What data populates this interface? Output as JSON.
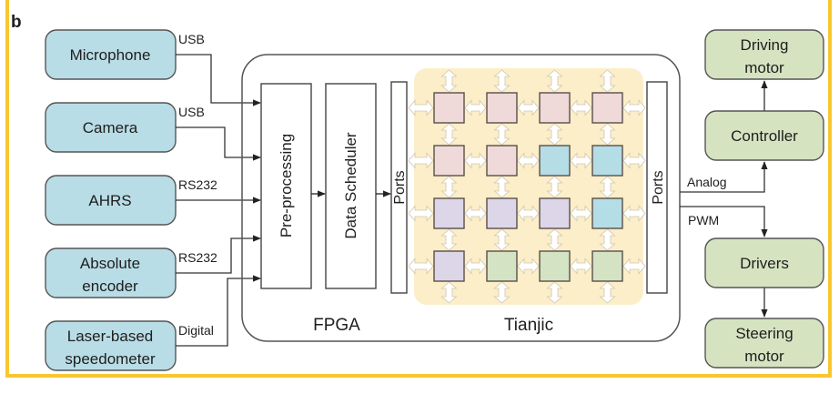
{
  "panel_label": "b",
  "colors": {
    "frame": "#f7c72f",
    "sensor_fill": "#b9dde6",
    "actuator_fill": "#d6e3c1",
    "tianjic_bg": "#fbeec8",
    "tile_pink": "#efd9d9",
    "tile_blue": "#b5dde6",
    "tile_purple": "#dcd6e8",
    "tile_green": "#d4e3c3"
  },
  "inputs": [
    {
      "id": "microphone",
      "lines": [
        "Microphone"
      ],
      "link": "USB"
    },
    {
      "id": "camera",
      "lines": [
        "Camera"
      ],
      "link": "USB"
    },
    {
      "id": "ahrs",
      "lines": [
        "AHRS"
      ],
      "link": "RS232"
    },
    {
      "id": "absolute-encoder",
      "lines": [
        "Absolute",
        "encoder"
      ],
      "link": "RS232"
    },
    {
      "id": "laser-speedometer",
      "lines": [
        "Laser-based",
        "speedometer"
      ],
      "link": "Digital"
    }
  ],
  "fpga": {
    "label": "FPGA",
    "preprocessing": "Pre-processing",
    "scheduler": "Data Scheduler",
    "ports_in": "Ports"
  },
  "tianjic": {
    "label": "Tianjic",
    "ports_out": "Ports",
    "grid": [
      [
        "pink",
        "pink",
        "pink",
        "pink"
      ],
      [
        "pink",
        "pink",
        "blue",
        "blue"
      ],
      [
        "purple",
        "purple",
        "purple",
        "blue"
      ],
      [
        "purple",
        "green",
        "green",
        "green"
      ]
    ]
  },
  "outputs": {
    "analog_label": "Analog",
    "pwm_label": "PWM",
    "driving_motor": [
      "Driving",
      "motor"
    ],
    "controller": [
      "Controller"
    ],
    "drivers": [
      "Drivers"
    ],
    "steering_motor": [
      "Steering",
      "motor"
    ]
  }
}
